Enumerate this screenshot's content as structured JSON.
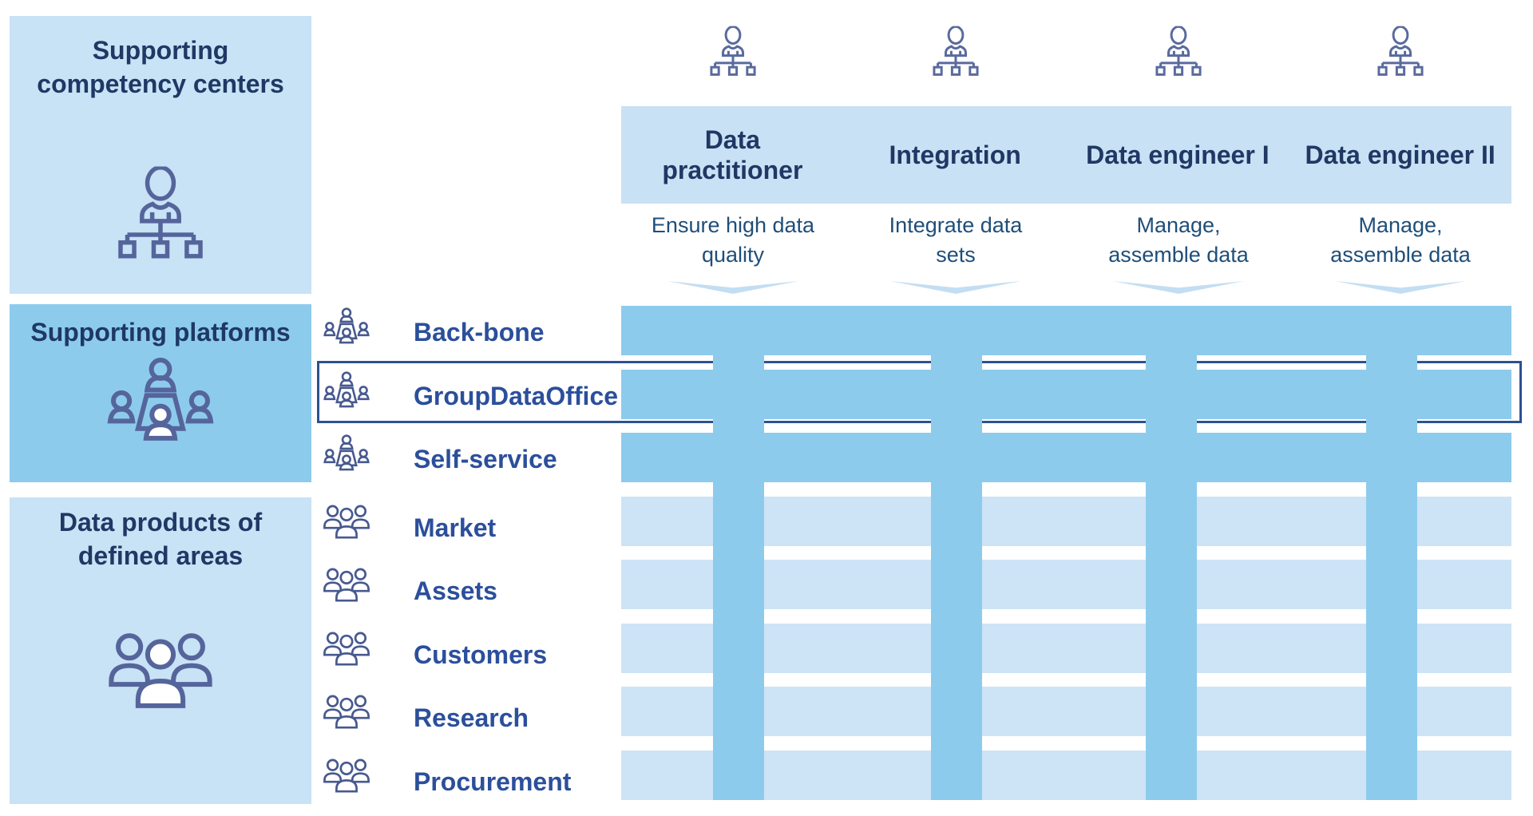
{
  "palette": {
    "medium_blue": "#8DCBEC",
    "light_blue_row": "#CDE4F6",
    "header_band_blue": "#C9E1F4",
    "panel_light_blue": "#C8E2F6",
    "chevron_blue": "#C3DEF2",
    "heading_navy": "#1F3864",
    "row_label_blue": "#2B4F9B",
    "description_blue": "#1F4E79",
    "highlight_outline_navy": "#2D5191",
    "icon_stroke": "#55659B"
  },
  "left_panels": [
    {
      "title": "Supporting competency centers",
      "title_lines": [
        "Supporting",
        "competency centers"
      ],
      "icon": "org-chart-person"
    },
    {
      "title": "Supporting platforms",
      "title_lines": [
        "Supporting platforms",
        ""
      ],
      "icon": "meeting-table"
    },
    {
      "title": "Data products of defined areas",
      "title_lines": [
        "Data products of",
        "defined areas"
      ],
      "icon": "people-group"
    }
  ],
  "columns": [
    {
      "label": "Data practitioner",
      "description": "Ensure high data quality",
      "description_lines": [
        "Ensure high data",
        "quality"
      ],
      "icon": "org-chart-person"
    },
    {
      "label": "Integration",
      "description": "Integrate data sets",
      "description_lines": [
        "Integrate data",
        "sets"
      ],
      "icon": "org-chart-person"
    },
    {
      "label": "Data engineer I",
      "description": "Manage, assemble data",
      "description_lines": [
        "Manage,",
        "assemble data"
      ],
      "icon": "org-chart-person"
    },
    {
      "label": "Data engineer II",
      "description": "Manage, assemble data",
      "description_lines": [
        "Manage,",
        "assemble data"
      ],
      "icon": "org-chart-person"
    }
  ],
  "rows": [
    {
      "label": "Back-bone",
      "icon": "meeting-table",
      "tone": "medium",
      "highlighted": false
    },
    {
      "label": "GroupDataOffice",
      "icon": "meeting-table",
      "tone": "medium",
      "highlighted": true
    },
    {
      "label": "Self-service",
      "icon": "meeting-table",
      "tone": "medium",
      "highlighted": false
    },
    {
      "label": "Market",
      "icon": "people-group",
      "tone": "light",
      "highlighted": false
    },
    {
      "label": "Assets",
      "icon": "people-group",
      "tone": "light",
      "highlighted": false
    },
    {
      "label": "Customers",
      "icon": "people-group",
      "tone": "light",
      "highlighted": false
    },
    {
      "label": "Research",
      "icon": "people-group",
      "tone": "light",
      "highlighted": false
    },
    {
      "label": "Procurement",
      "icon": "people-group",
      "tone": "light",
      "highlighted": false
    }
  ]
}
